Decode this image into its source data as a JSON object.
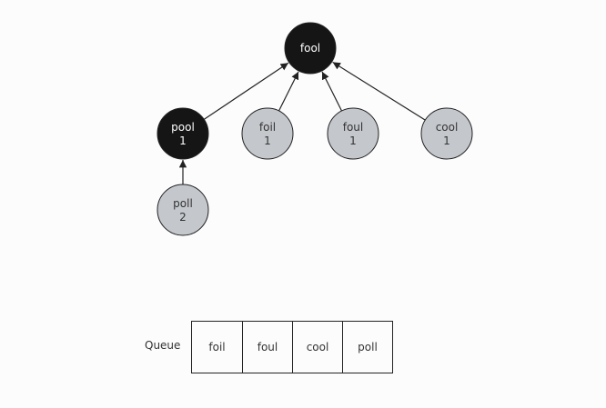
{
  "colors": {
    "visited_fill": "#151515",
    "visited_text": "#ffffff",
    "pending_fill": "#c4c7cc",
    "pending_text": "#333333",
    "stroke": "#222222"
  },
  "nodes": [
    {
      "id": "fool",
      "label": "fool",
      "count": "",
      "state": "visited"
    },
    {
      "id": "pool",
      "label": "pool",
      "count": "1",
      "state": "visited"
    },
    {
      "id": "foil",
      "label": "foil",
      "count": "1",
      "state": "pending"
    },
    {
      "id": "foul",
      "label": "foul",
      "count": "1",
      "state": "pending"
    },
    {
      "id": "cool",
      "label": "cool",
      "count": "1",
      "state": "pending"
    },
    {
      "id": "poll",
      "label": "poll",
      "count": "2",
      "state": "pending"
    }
  ],
  "edges": [
    {
      "from": "pool",
      "to": "fool"
    },
    {
      "from": "foil",
      "to": "fool"
    },
    {
      "from": "foul",
      "to": "fool"
    },
    {
      "from": "cool",
      "to": "fool"
    },
    {
      "from": "poll",
      "to": "pool"
    }
  ],
  "queue": {
    "label": "Queue",
    "items": [
      "foil",
      "foul",
      "cool",
      "poll"
    ]
  }
}
